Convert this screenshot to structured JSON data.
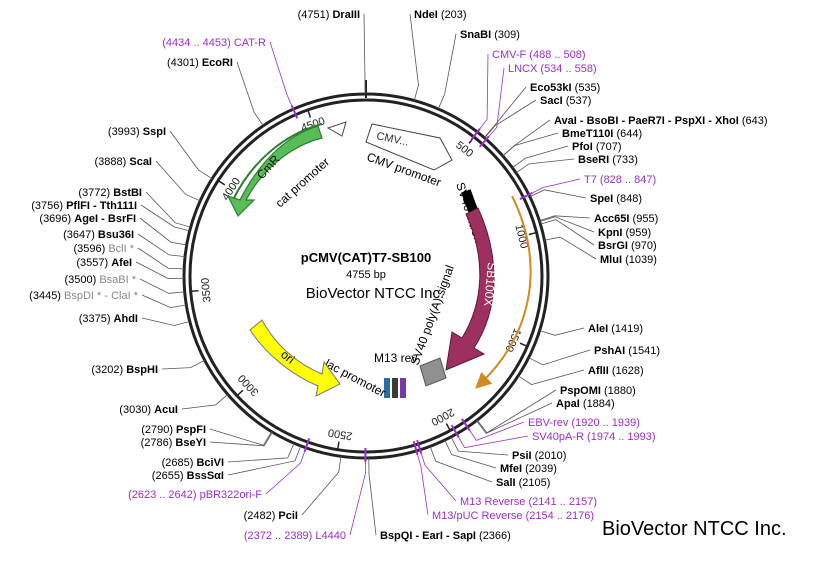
{
  "plasmid": {
    "name": "pCMV(CAT)T7-SB100",
    "size": "4755 bp",
    "watermark_center": "BioVector NTCC Inc.",
    "watermark_corner": "BioVector NTCC Inc."
  },
  "ticks": [
    {
      "bp": 500,
      "label": "500"
    },
    {
      "bp": 1000,
      "label": "1000"
    },
    {
      "bp": 1500,
      "label": "1500"
    },
    {
      "bp": 2000,
      "label": "2000"
    },
    {
      "bp": 2500,
      "label": "2500"
    },
    {
      "bp": 3000,
      "label": "3000"
    },
    {
      "bp": 3500,
      "label": "3500"
    },
    {
      "bp": 4000,
      "label": "4000"
    },
    {
      "bp": 4500,
      "label": "4500"
    }
  ],
  "colors": {
    "backbone": "#222222",
    "feature_text": "#9b2fc9",
    "enzyme_text": "#000000",
    "grey_text": "#888888",
    "cmr": "#58bd58",
    "cmr_dark": "#2f7f2f",
    "ori": "#ffff00",
    "sb100x": "#9e3060",
    "sb_outline": "#f0a030",
    "promoter": "#ffffff"
  },
  "features": [
    {
      "id": "cat-promoter",
      "label": "cat promoter",
      "name": "cat-promoter-arrow"
    },
    {
      "id": "cmr",
      "label": "CmR",
      "name": "cmr-arrow"
    },
    {
      "id": "cmv-promoter",
      "label": "CMV promoter",
      "inner": "CMV...",
      "name": "cmv-promoter-arrow"
    },
    {
      "id": "sv40-intron",
      "label": "SV40 intron",
      "name": "sv40-intron-block"
    },
    {
      "id": "sb100x",
      "label": "SB100X",
      "name": "sb100x-arrow"
    },
    {
      "id": "sv40-polya",
      "label": "SV40 poly(A) signal",
      "name": "sv40-polya-arrow"
    },
    {
      "id": "m13-rev",
      "label": "M13 rev",
      "name": "m13-rev-marker"
    },
    {
      "id": "lac-promoter",
      "label": "lac promoter",
      "name": "lac-promoter-marker"
    },
    {
      "id": "ori",
      "label": "ori",
      "name": "ori-arrow"
    }
  ],
  "labels": [
    {
      "id": "dralll",
      "pos": "(4751)",
      "name": "DraIII",
      "bp": 4751,
      "type": "enzyme"
    },
    {
      "id": "ndel",
      "name": "NdeI",
      "pos": "(203)",
      "bp": 203,
      "type": "enzyme"
    },
    {
      "id": "snabl",
      "name": "SnaBI",
      "pos": "(309)",
      "bp": 309,
      "type": "enzyme"
    },
    {
      "id": "cmvf",
      "name": "CMV-F",
      "pos": "(488 .. 508)",
      "bp": 498,
      "type": "feature"
    },
    {
      "id": "lncx",
      "name": "LNCX",
      "pos": "(534 .. 558)",
      "bp": 546,
      "type": "feature"
    },
    {
      "id": "eco53kl",
      "name": "Eco53kI",
      "pos": "(535)",
      "bp": 535,
      "type": "enzyme"
    },
    {
      "id": "sacl",
      "name": "SacI",
      "pos": "(537)",
      "bp": 537,
      "type": "enzyme"
    },
    {
      "id": "aval",
      "name": "AvaI - BsoBI - PaeR7I - PspXI - XhoI",
      "pos": "(643)",
      "bp": 643,
      "type": "enzyme"
    },
    {
      "id": "bmet110l",
      "name": "BmeT110I",
      "pos": "(644)",
      "bp": 644,
      "type": "enzyme"
    },
    {
      "id": "pfol",
      "name": "PfoI",
      "pos": "(707)",
      "bp": 707,
      "type": "enzyme"
    },
    {
      "id": "bserl",
      "name": "BseRI",
      "pos": "(733)",
      "bp": 733,
      "type": "enzyme"
    },
    {
      "id": "t7",
      "name": "T7",
      "pos": "(828 .. 847)",
      "bp": 838,
      "type": "feature"
    },
    {
      "id": "spel",
      "name": "SpeI",
      "pos": "(848)",
      "bp": 848,
      "type": "enzyme"
    },
    {
      "id": "acc65l",
      "name": "Acc65I",
      "pos": "(955)",
      "bp": 955,
      "type": "enzyme"
    },
    {
      "id": "kpnl",
      "name": "KpnI",
      "pos": "(959)",
      "bp": 959,
      "type": "enzyme"
    },
    {
      "id": "bsrgl",
      "name": "BsrGI",
      "pos": "(970)",
      "bp": 970,
      "type": "enzyme"
    },
    {
      "id": "mlul",
      "name": "MluI",
      "pos": "(1039)",
      "bp": 1039,
      "type": "enzyme"
    },
    {
      "id": "alel",
      "name": "AleI",
      "pos": "(1419)",
      "bp": 1419,
      "type": "enzyme"
    },
    {
      "id": "pshal",
      "name": "PshAI",
      "pos": "(1541)",
      "bp": 1541,
      "type": "enzyme"
    },
    {
      "id": "aflll",
      "name": "AflII",
      "pos": "(1628)",
      "bp": 1628,
      "type": "enzyme"
    },
    {
      "id": "pspoml",
      "name": "PspOMI",
      "pos": "(1880)",
      "bp": 1880,
      "type": "enzyme"
    },
    {
      "id": "apal",
      "name": "ApaI",
      "pos": "(1884)",
      "bp": 1884,
      "type": "enzyme"
    },
    {
      "id": "ebvrev",
      "name": "EBV-rev",
      "pos": "(1920 .. 1939)",
      "bp": 1930,
      "type": "feature"
    },
    {
      "id": "sv40par",
      "name": "SV40pA-R",
      "pos": "(1974 .. 1993)",
      "bp": 1983,
      "type": "feature"
    },
    {
      "id": "psil",
      "name": "PsiI",
      "pos": "(2010)",
      "bp": 2010,
      "type": "enzyme"
    },
    {
      "id": "mfel",
      "name": "MfeI",
      "pos": "(2039)",
      "bp": 2039,
      "type": "enzyme"
    },
    {
      "id": "sall",
      "name": "SalI",
      "pos": "(2105)",
      "bp": 2105,
      "type": "enzyme"
    },
    {
      "id": "m13reverse",
      "name": "M13 Reverse",
      "pos": "(2141 .. 2157)",
      "bp": 2149,
      "type": "feature"
    },
    {
      "id": "m13puc",
      "name": "M13/pUC Reverse",
      "pos": "(2154 .. 2176)",
      "bp": 2165,
      "type": "feature"
    },
    {
      "id": "bspql",
      "name": "BspQI - EarI - SapI",
      "pos": "(2366)",
      "bp": 2366,
      "type": "enzyme"
    },
    {
      "id": "l4440",
      "pos": "(2372 .. 2389)",
      "name": "L4440",
      "bp": 2380,
      "type": "feature"
    },
    {
      "id": "pcil",
      "pos": "(2482)",
      "name": "PciI",
      "bp": 2482,
      "type": "enzyme"
    },
    {
      "id": "pbr322",
      "pos": "(2623 .. 2642)",
      "name": "pBR322ori-F",
      "bp": 2632,
      "type": "feature"
    },
    {
      "id": "bsssal",
      "pos": "(2655)",
      "name": "BssSαI",
      "bp": 2655,
      "type": "enzyme"
    },
    {
      "id": "bcivl",
      "pos": "(2685)",
      "name": "BciVI",
      "bp": 2685,
      "type": "enzyme"
    },
    {
      "id": "bseyl",
      "pos": "(2786)",
      "name": "BseYI",
      "bp": 2786,
      "type": "enzyme"
    },
    {
      "id": "pspfl",
      "pos": "(2790)",
      "name": "PspFI",
      "bp": 2790,
      "type": "enzyme"
    },
    {
      "id": "acul",
      "pos": "(3030)",
      "name": "AcuI",
      "bp": 3030,
      "type": "enzyme"
    },
    {
      "id": "bsphl",
      "pos": "(3202)",
      "name": "BspHI",
      "bp": 3202,
      "type": "enzyme"
    },
    {
      "id": "ahdl",
      "pos": "(3375)",
      "name": "AhdI",
      "bp": 3375,
      "type": "enzyme"
    },
    {
      "id": "bspdl",
      "pos": "(3445)",
      "name": "BspDI * - ClaI *",
      "bp": 3445,
      "type": "grey"
    },
    {
      "id": "bsabl",
      "pos": "(3500)",
      "name": "BsaBI *",
      "bp": 3500,
      "type": "grey"
    },
    {
      "id": "afel",
      "pos": "(3557)",
      "name": "AfeI",
      "bp": 3557,
      "type": "enzyme"
    },
    {
      "id": "bcll",
      "pos": "(3596)",
      "name": "BclI *",
      "bp": 3596,
      "type": "grey"
    },
    {
      "id": "bsu36l",
      "pos": "(3647)",
      "name": "Bsu36I",
      "bp": 3647,
      "type": "enzyme"
    },
    {
      "id": "agel",
      "pos": "(3696)",
      "name": "AgeI - BsrFI",
      "bp": 3696,
      "type": "enzyme"
    },
    {
      "id": "pflfl",
      "pos": "(3756)",
      "name": "PflFI - Tth111I",
      "bp": 3756,
      "type": "enzyme"
    },
    {
      "id": "bstbl",
      "pos": "(3772)",
      "name": "BstBI",
      "bp": 3772,
      "type": "enzyme"
    },
    {
      "id": "scal",
      "pos": "(3888)",
      "name": "ScaI",
      "bp": 3888,
      "type": "enzyme"
    },
    {
      "id": "sspl",
      "pos": "(3993)",
      "name": "SspI",
      "bp": 3993,
      "type": "enzyme"
    },
    {
      "id": "ecorl",
      "pos": "(4301)",
      "name": "EcoRI",
      "bp": 4301,
      "type": "enzyme"
    },
    {
      "id": "catr",
      "pos": "(4434 .. 4453)",
      "name": "CAT-R",
      "bp": 4444,
      "type": "feature"
    }
  ]
}
